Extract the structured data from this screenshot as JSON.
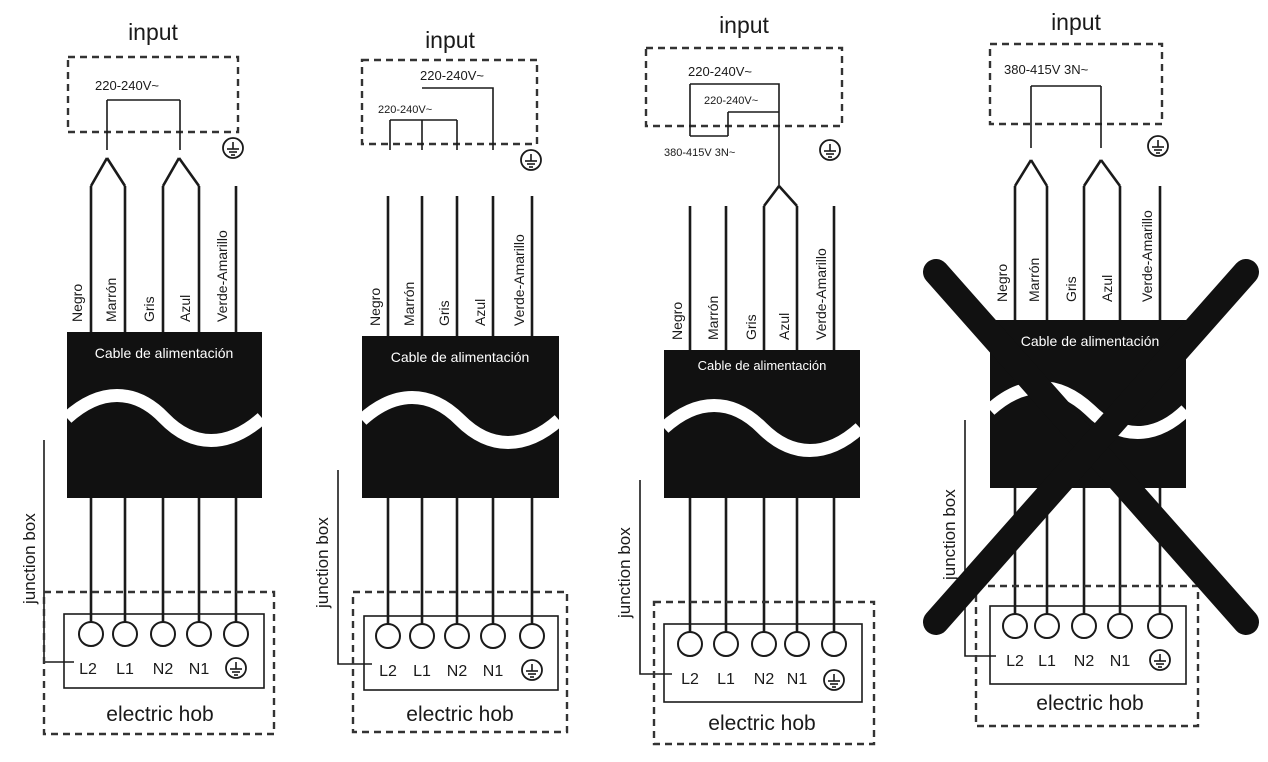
{
  "labels": {
    "input": "input",
    "cable": "Cable de alimentación",
    "junction_box": "junction box",
    "electric_hob": "electric hob"
  },
  "wires": [
    "Negro",
    "Marrón",
    "Gris",
    "Azul",
    "Verde-Amarillo"
  ],
  "terminals": [
    "L2",
    "L1",
    "N2",
    "N1"
  ],
  "diagrams": [
    {
      "id": "diagram-1",
      "voltages": [
        "220-240V~"
      ],
      "prohibited": false
    },
    {
      "id": "diagram-2",
      "voltages": [
        "220-240V~",
        "220-240V~"
      ],
      "prohibited": false
    },
    {
      "id": "diagram-3",
      "voltages": [
        "220-240V~",
        "220-240V~",
        "380-415V 3N~"
      ],
      "prohibited": false
    },
    {
      "id": "diagram-4",
      "voltages": [
        "380-415V 3N~"
      ],
      "prohibited": true
    }
  ],
  "colors": {
    "ink": "#1a1a1a",
    "background": "#ffffff"
  },
  "icons": [
    "ground-icon"
  ]
}
